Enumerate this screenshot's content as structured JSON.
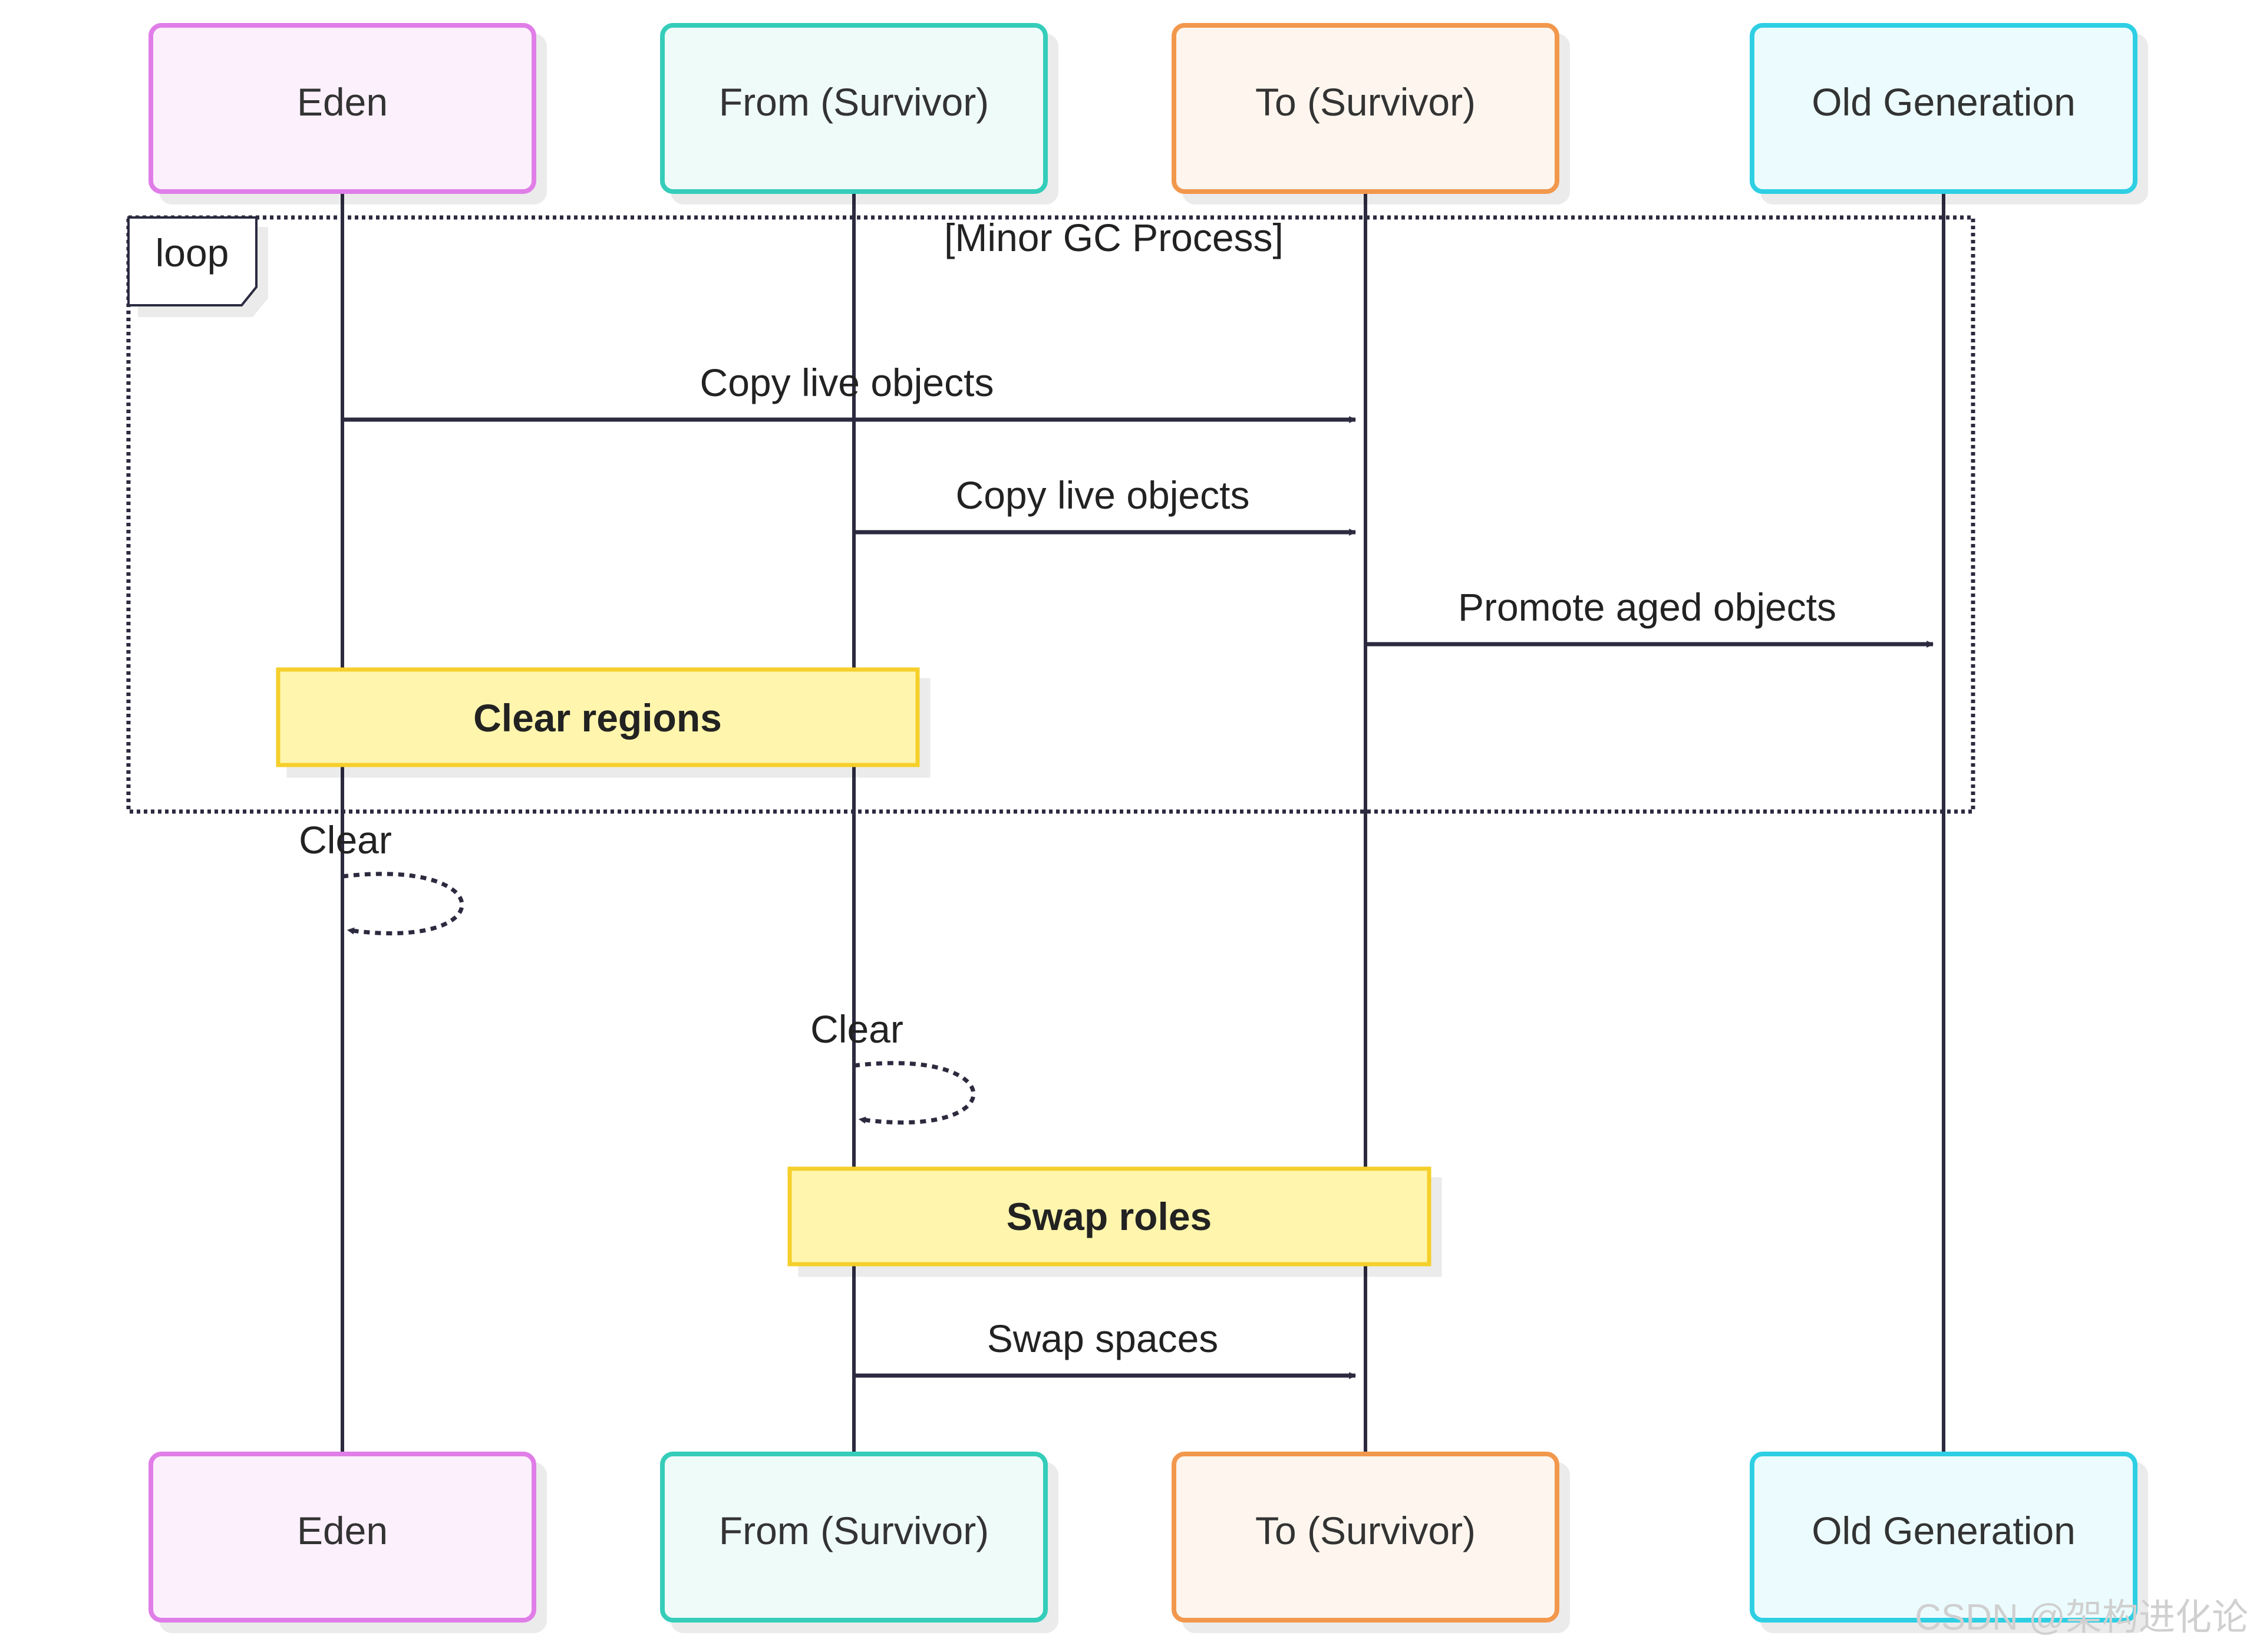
{
  "participants": [
    {
      "id": "eden",
      "label": "Eden",
      "border": "#e07ee8",
      "fill": "#fdf0fd"
    },
    {
      "id": "from",
      "label": "From (Survivor)",
      "border": "#36cdb9",
      "fill": "#effbf9"
    },
    {
      "id": "to",
      "label": "To (Survivor)",
      "border": "#f2984e",
      "fill": "#fef6ee"
    },
    {
      "id": "old",
      "label": "Old Generation",
      "border": "#2dcfe3",
      "fill": "#ecfcfe"
    }
  ],
  "loop": {
    "label": "loop",
    "condition": "[Minor GC Process]"
  },
  "messages": [
    {
      "from": "eden",
      "to": "to",
      "label": "Copy live objects"
    },
    {
      "from": "from",
      "to": "to",
      "label": "Copy live objects"
    },
    {
      "from": "to",
      "to": "old",
      "label": "Promote aged objects"
    },
    {
      "self": "eden",
      "label": "Clear"
    },
    {
      "self": "from",
      "label": "Clear"
    },
    {
      "from": "from",
      "to": "to",
      "label": "Swap spaces"
    }
  ],
  "notes": [
    {
      "over": [
        "eden",
        "from"
      ],
      "label": "Clear regions"
    },
    {
      "over": [
        "from",
        "to"
      ],
      "label": "Swap roles"
    }
  ],
  "note_style": {
    "fill": "#fff5ad",
    "border": "#f5cf2a"
  },
  "line_color": "#2b2a3f",
  "watermark": "CSDN @架构进化论"
}
